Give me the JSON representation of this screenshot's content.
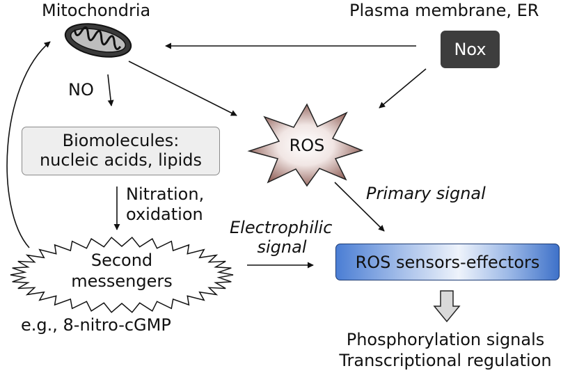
{
  "labels": {
    "mitochondria": "Mitochondria",
    "plasma_membrane": "Plasma membrane, ER",
    "nox": "Nox",
    "no": "NO",
    "biomolecules_line1": "Biomolecules:",
    "biomolecules_line2": "nucleic acids, lipids",
    "ros": "ROS",
    "primary_signal": "Primary signal",
    "nitration_line1": "Nitration,",
    "nitration_line2": "oxidation",
    "electrophilic_line1": "Electrophilic",
    "electrophilic_line2": "signal",
    "second_line1": "Second",
    "second_line2": "messengers",
    "ros_sensors": "ROS sensors-effectors",
    "example": "e.g., 8-nitro-cGMP",
    "phospho": "Phosphorylation signals",
    "transcription": "Transcriptional regulation"
  },
  "colors": {
    "ros_star_center": "#ffffff",
    "ros_star_edge": "#8c5a52",
    "sensor_blue": "#4b7ed4",
    "nox_box": "#3d3d3d",
    "biomolecule_box": "#eeeeee"
  }
}
